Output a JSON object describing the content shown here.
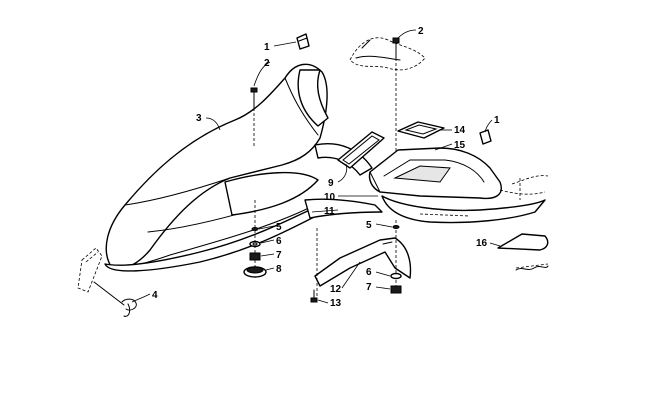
{
  "callouts": {
    "c1a": "1",
    "c1b": "1",
    "c2a": "2",
    "c2b": "2",
    "c3": "3",
    "c4": "4",
    "c5a": "5",
    "c5b": "5",
    "c6a": "6",
    "c6b": "6",
    "c7a": "7",
    "c7b": "7",
    "c8": "8",
    "c9": "9",
    "c10": "10",
    "c11": "11",
    "c12": "12",
    "c13": "13",
    "c14": "14",
    "c15": "15",
    "c16": "16"
  }
}
